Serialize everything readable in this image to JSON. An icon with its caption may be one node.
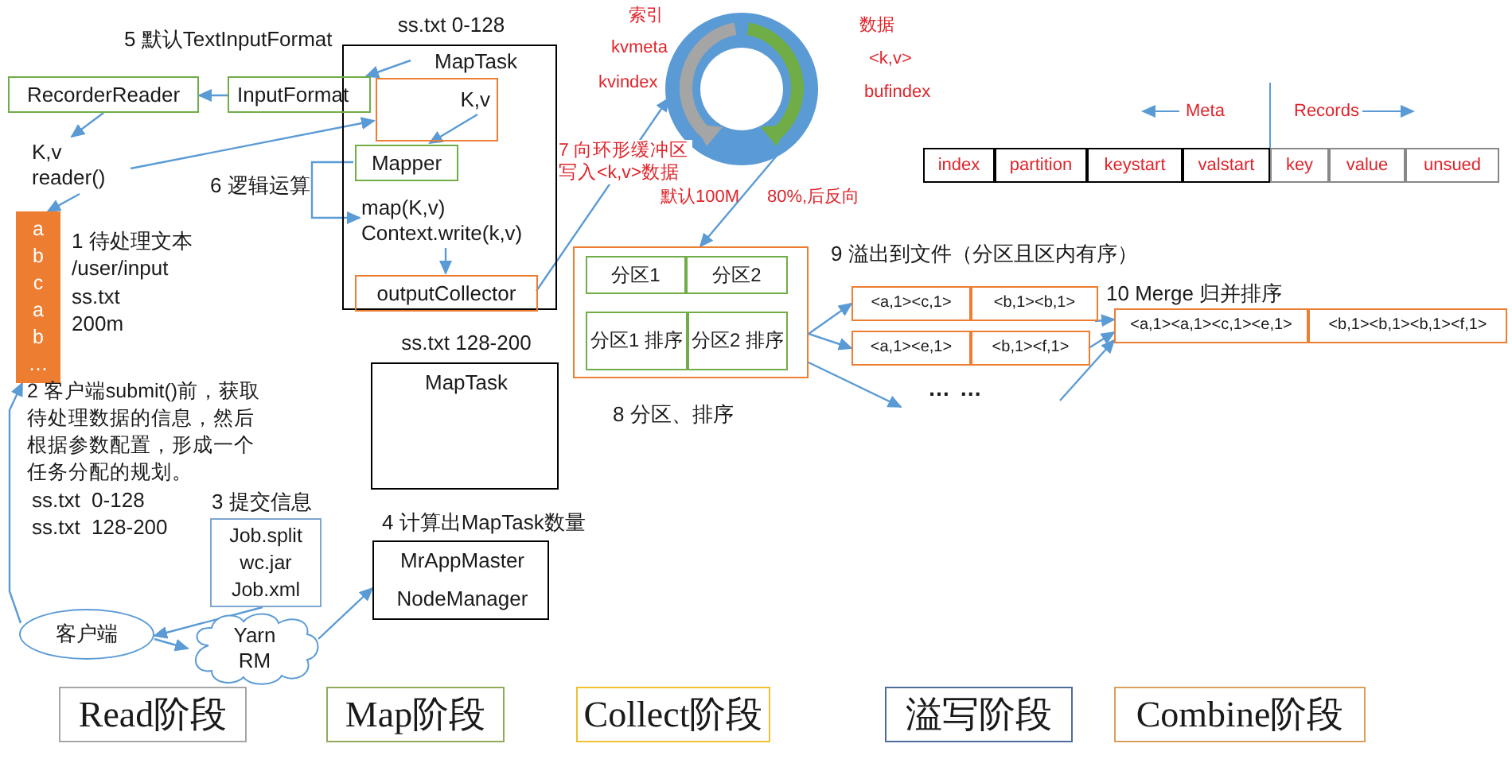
{
  "diagram": {
    "nodes": [
      {
        "text": [
          "ss.txt 0-128"
        ]
      },
      {
        "text": [
          "MapTask"
        ],
        "in": 0
      },
      {
        "text": [
          "RecorderReader"
        ]
      },
      {
        "text": [
          "InputFormat"
        ],
        "beside": [
          "5 默认TextInputFormat"
        ]
      },
      {
        "text": [
          "K,v"
        ],
        "in": 0
      },
      {
        "text": [
          "Mapper"
        ],
        "in": 0
      },
      {
        "text": [
          "map(K,v) Context.write(k,v)"
        ],
        "in": 0
      },
      {
        "text": [
          "outputCollector"
        ],
        "in": 0
      },
      {
        "text": [
          "K,v reader()"
        ]
      },
      {
        "text": [
          "a b c a b …"
        ],
        "beside": [
          "1 待处理文本 /user/input",
          "ss.txt 200m"
        ]
      },
      {
        "text": [],
        "shape": "circle",
        "beside": [
          "索引",
          "kvmeta",
          "kvindex",
          "数据",
          "<k,v>",
          "bufindex",
          "默认100M",
          "80%,后反向"
        ]
      },
      {
        "text": [],
        "shape": "box",
        "beside": [
          "8 分区、排序"
        ]
      },
      {
        "text": [
          "分区1"
        ],
        "in": 11
      },
      {
        "text": [
          "分区2"
        ],
        "in": 11
      },
      {
        "text": [
          "分区1 排序"
        ],
        "in": 11
      },
      {
        "text": [
          "分区2 排序"
        ],
        "in": 11
      },
      {
        "text": [
          "<a,1><c,1>"
        ]
      },
      {
        "text": [
          "<b,1><b,1>"
        ]
      },
      {
        "text": [
          "<a,1><e,1>"
        ]
      },
      {
        "text": [
          "<b,1><f,1>"
        ]
      },
      {
        "text": [
          "<a,1><a,1><c,1><e,1>"
        ]
      },
      {
        "text": [
          "<b,1><b,1><b,1><f,1>"
        ]
      },
      {
        "text": [
          "ss.txt 128-200",
          "MapTask"
        ]
      },
      {
        "text": [
          "Job.split wc.jar Job.xml"
        ],
        "beside": [
          "3 提交信息"
        ]
      },
      {
        "text": [
          "MrAppMaster",
          "NodeManager"
        ],
        "beside": [
          "4 计算出MapTask数量"
        ]
      },
      {
        "text": [
          "客户端"
        ]
      },
      {
        "text": [
          "Yarn RM"
        ]
      },
      {
        "text": [
          "Read阶段"
        ]
      },
      {
        "text": [
          "Map阶段"
        ]
      },
      {
        "text": [
          "Collect阶段"
        ]
      },
      {
        "text": [
          "溢写阶段"
        ]
      },
      {
        "text": [
          "Combine阶段"
        ]
      }
    ],
    "edges": [
      {
        "from": 1,
        "to": 3,
        "arrow": "to"
      },
      {
        "from": 3,
        "to": 2,
        "arrow": "to"
      },
      {
        "from": 2,
        "to": 8,
        "arrow": "to"
      },
      {
        "from": 8,
        "to": 4,
        "arrow": "to"
      },
      {
        "from": 4,
        "to": 5,
        "arrow": "to"
      },
      {
        "from": 5,
        "to": 6,
        "arrow": "to",
        "label": "6 逻辑运算"
      },
      {
        "from": 6,
        "to": 7,
        "arrow": "to"
      },
      {
        "from": 7,
        "to": 10,
        "arrow": "to",
        "label": "7 向环形缓冲区写入<k,v>数据"
      },
      {
        "from": 10,
        "to": 11,
        "arrow": "to"
      },
      {
        "from": 8,
        "to": 9,
        "arrow": "to"
      },
      {
        "from": 25,
        "to": 9,
        "arrow": "to"
      },
      {
        "from": 23,
        "to": 25,
        "arrow": "to"
      },
      {
        "from": 25,
        "to": 26,
        "arrow": "to"
      },
      {
        "from": 26,
        "to": 24,
        "arrow": "to"
      },
      {
        "from": 11,
        "to": 16,
        "arrow": "to"
      },
      {
        "from": 11,
        "to": 18,
        "arrow": "to"
      },
      {
        "from": 11,
        "to": null,
        "arrow": "to"
      },
      {
        "from": 17,
        "to": 20,
        "arrow": "to"
      },
      {
        "from": 19,
        "to": 20,
        "arrow": "to"
      },
      {
        "from": null,
        "to": 20,
        "arrow": "to"
      }
    ],
    "labels": [
      "2 客户端submit()前，获取待处理数据的信息，然后根据参数配置，形成一个任务分配的规划。",
      "ss.txt  0-128",
      "ss.txt  128-200",
      "9 溢出到文件（分区且区内有序）",
      "10 Merge 归并排序",
      "… …",
      "Meta",
      "Records",
      "index",
      "partition",
      "keystart",
      "valstart",
      "key",
      "value",
      "unsued"
    ]
  }
}
